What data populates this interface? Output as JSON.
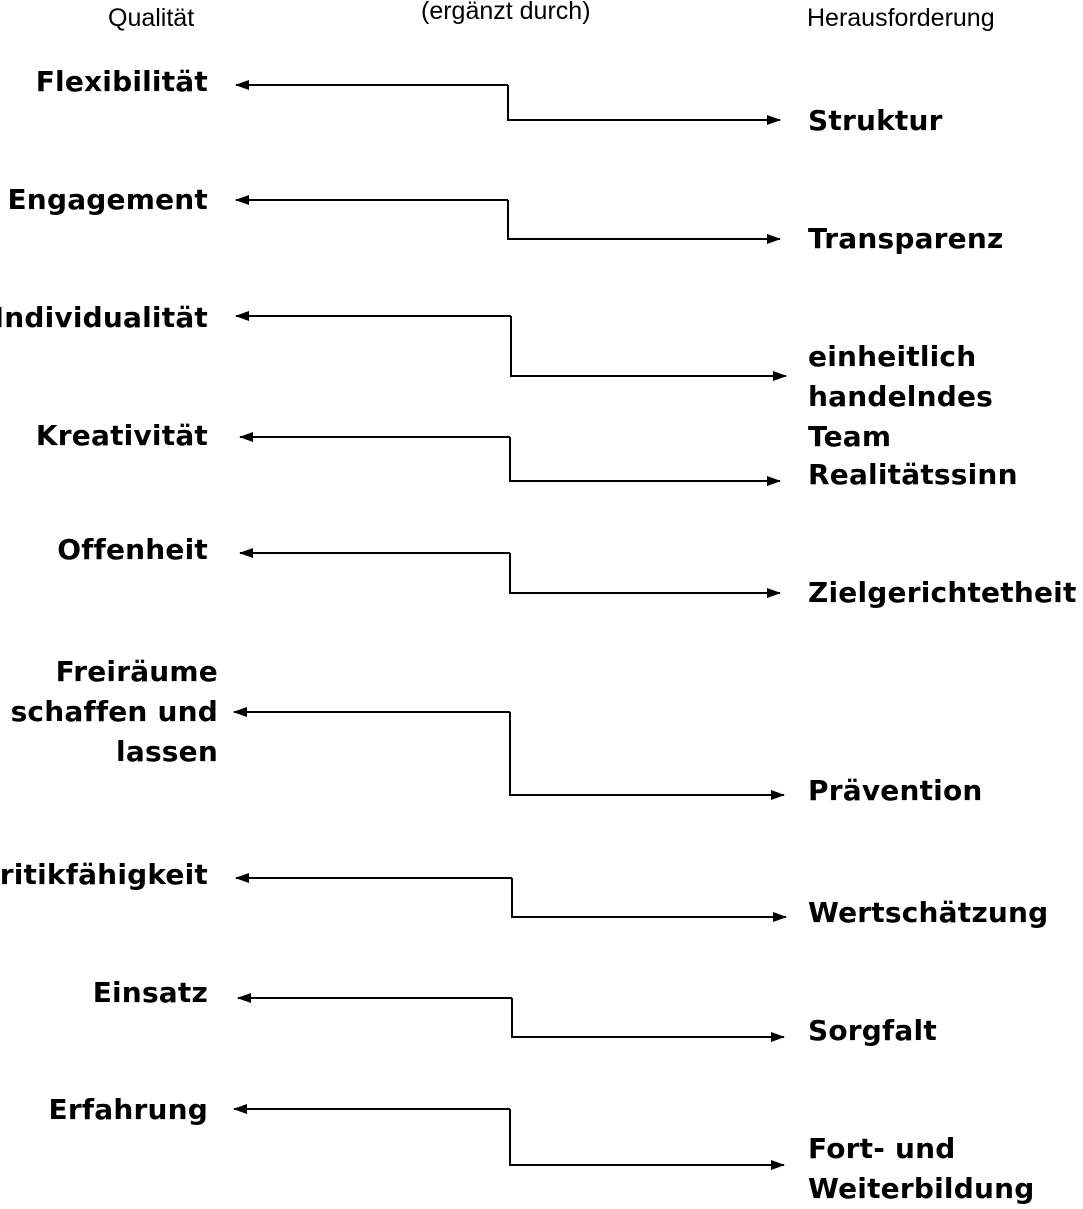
{
  "headers": {
    "quality": "Qualität",
    "complement": "(ergänzt durch)",
    "challenge": "Herausforderung"
  },
  "pairs": [
    {
      "quality": "Flexibilität",
      "challenge": "Struktur"
    },
    {
      "quality": "Engagement",
      "challenge": "Transparenz"
    },
    {
      "quality": "Individualität",
      "challenge": "einheitlich\nhandelndes Team"
    },
    {
      "quality": "Kreativität",
      "challenge": "Realitätssinn"
    },
    {
      "quality": "Offenheit",
      "challenge": "Zielgerichtetheit"
    },
    {
      "quality": "Freiräume\nschaffen und\nlassen",
      "challenge": "Prävention"
    },
    {
      "quality": "Kritikfähigkeit",
      "challenge": "Wertschätzung"
    },
    {
      "quality": "Einsatz",
      "challenge": "Sorgfalt"
    },
    {
      "quality": "Erfahrung",
      "challenge": "Fort- und\nWeiterbildung"
    }
  ]
}
